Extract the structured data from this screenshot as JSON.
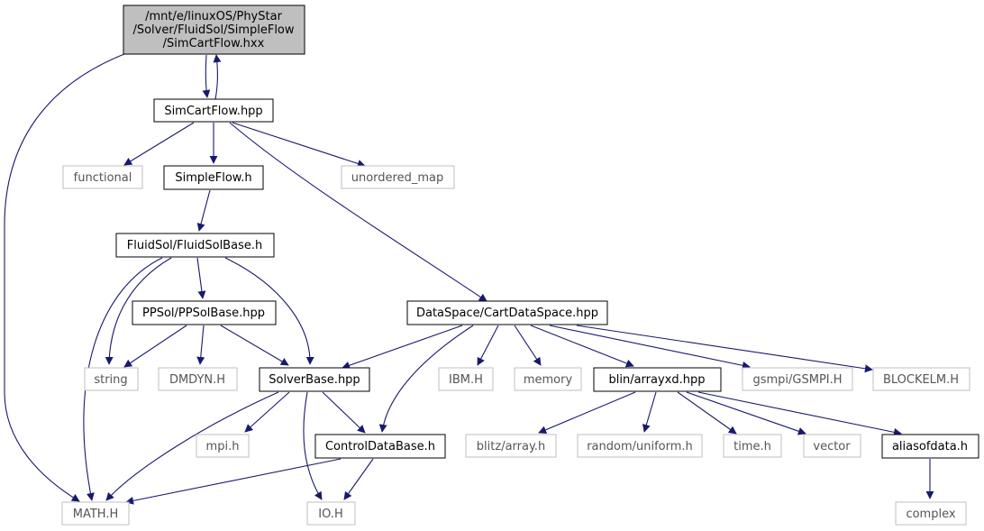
{
  "graph": {
    "colors": {
      "edge": "#191970",
      "root_fill": "#bfbfbf",
      "node_border": "#000000",
      "external_border": "#bfbfbf",
      "external_text": "#555555"
    },
    "nodes": {
      "root": {
        "lines": [
          "/mnt/e/linuxOS/PhyStar",
          "/Solver/FluidSol/SimpleFlow",
          "/SimCartFlow.hxx"
        ]
      },
      "simcartflow": {
        "label": "SimCartFlow.hpp"
      },
      "functional": {
        "label": "functional"
      },
      "simpleflow": {
        "label": "SimpleFlow.h"
      },
      "unordered_map": {
        "label": "unordered_map"
      },
      "fluidsolbase": {
        "label": "FluidSol/FluidSolBase.h"
      },
      "ppsolbase": {
        "label": "PPSol/PPSolBase.hpp"
      },
      "cartdataspace": {
        "label": "DataSpace/CartDataSpace.hpp"
      },
      "string": {
        "label": "string"
      },
      "dmdyn": {
        "label": "DMDYN.H"
      },
      "solverbase": {
        "label": "SolverBase.hpp"
      },
      "ibm": {
        "label": "IBM.H"
      },
      "memory": {
        "label": "memory"
      },
      "arrayxd": {
        "label": "blin/arrayxd.hpp"
      },
      "gsmpi": {
        "label": "gsmpi/GSMPI.H"
      },
      "blockelm": {
        "label": "BLOCKELM.H"
      },
      "mpi": {
        "label": "mpi.h"
      },
      "controldatabase": {
        "label": "ControlDataBase.h"
      },
      "blitzarray": {
        "label": "blitz/array.h"
      },
      "uniform": {
        "label": "random/uniform.h"
      },
      "time": {
        "label": "time.h"
      },
      "vector": {
        "label": "vector"
      },
      "aliasofdata": {
        "label": "aliasofdata.h"
      },
      "math": {
        "label": "MATH.H"
      },
      "io": {
        "label": "IO.H"
      },
      "complex": {
        "label": "complex"
      }
    }
  }
}
